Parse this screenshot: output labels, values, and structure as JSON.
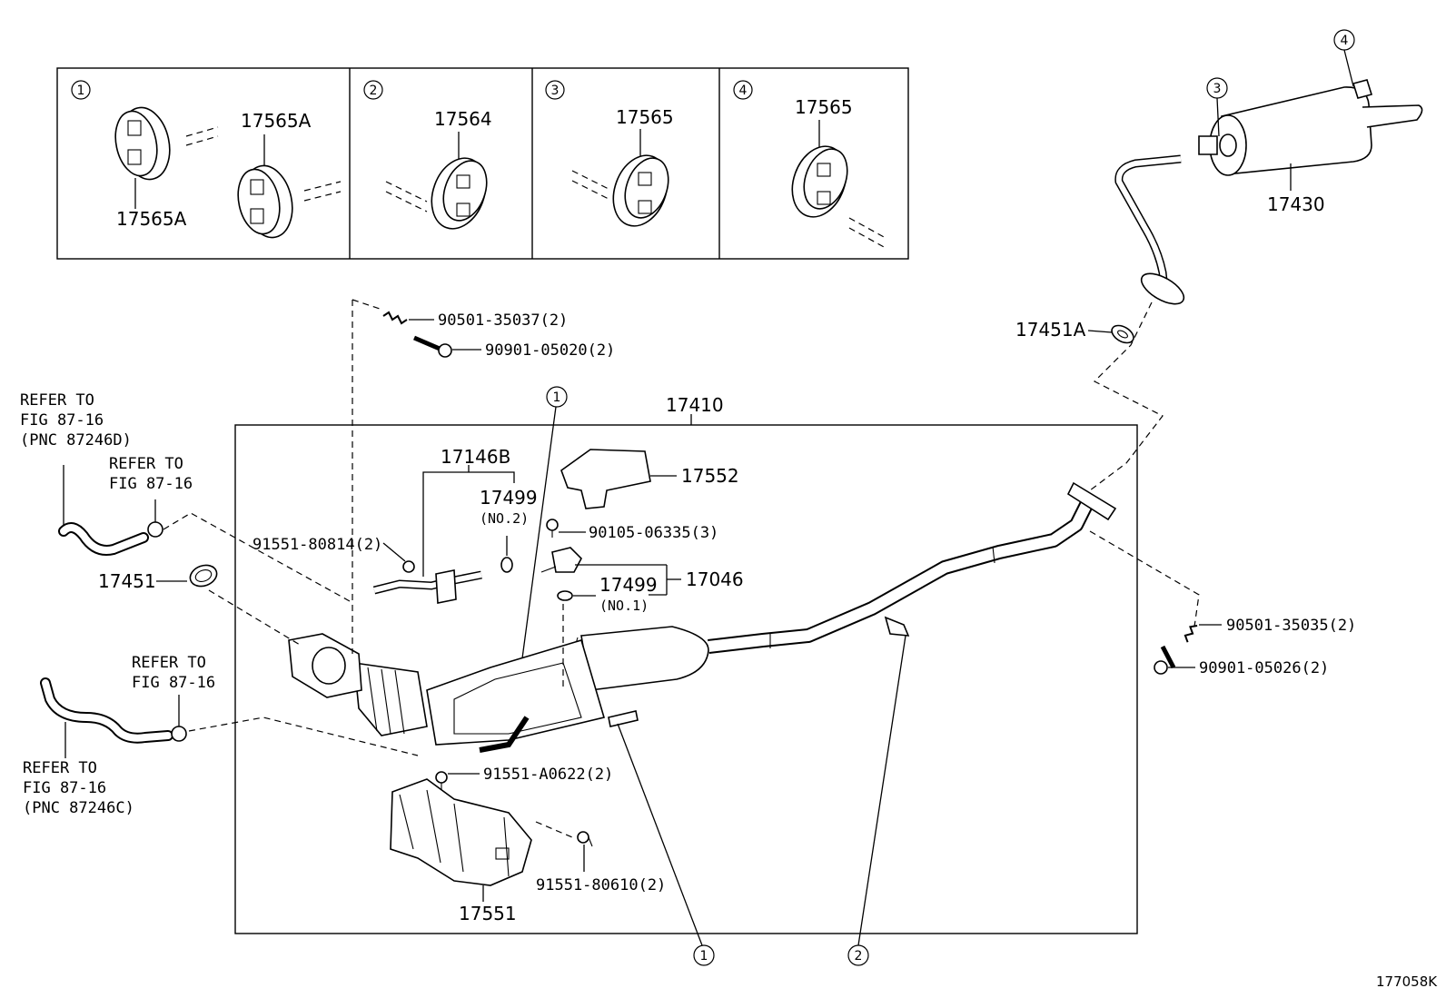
{
  "figure_id": "177058K",
  "insets": [
    {
      "num": "1",
      "parts": [
        "17565A",
        "17565A"
      ]
    },
    {
      "num": "2",
      "parts": [
        "17564"
      ]
    },
    {
      "num": "3",
      "parts": [
        "17565"
      ]
    },
    {
      "num": "4",
      "parts": [
        "17565"
      ]
    }
  ],
  "callouts": {
    "muffler_hanger_3": "3",
    "muffler_hanger_4": "4",
    "pipe_hanger_top": "1",
    "pipe_hanger_bottom": "1",
    "pipe_hanger_2": "2"
  },
  "parts": {
    "p17430": "17430",
    "p17451A": "17451A",
    "p17410": "17410",
    "p17146B": "17146B",
    "p17499_no2": "17499",
    "p17499_no2_sub": "(NO.2)",
    "p17552": "17552",
    "p90105": "90105-06335(3)",
    "p17046": "17046",
    "p17499_no1": "17499",
    "p17499_no1_sub": "(NO.1)",
    "p91551_80814": "91551-80814(2)",
    "p17451": "17451",
    "p90501_35037": "90501-35037(2)",
    "p90901_05020": "90901-05020(2)",
    "p90501_35035": "90501-35035(2)",
    "p90901_05026": "90901-05026(2)",
    "p91551_A0622": "91551-A0622(2)",
    "p91551_80610": "91551-80610(2)",
    "p17551": "17551"
  },
  "references": {
    "ref1": [
      "REFER TO",
      "FIG 87-16",
      "(PNC 87246D)"
    ],
    "ref2": [
      "REFER TO",
      "FIG 87-16"
    ],
    "ref3": [
      "REFER TO",
      "FIG 87-16"
    ],
    "ref4": [
      "REFER TO",
      "FIG 87-16",
      "(PNC 87246C)"
    ]
  }
}
